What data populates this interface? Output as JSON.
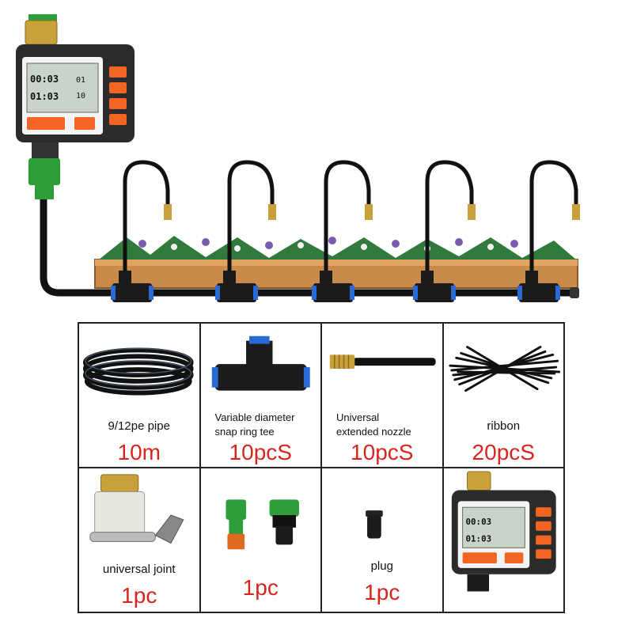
{
  "colors": {
    "quantity_red": "#d8261f",
    "quantity_black": "#111111",
    "timer_orange": "#f26522",
    "timer_body": "#2b2b2b",
    "brass": "#c9a13a",
    "connector_green": "#2e9e3a",
    "hose": "#111111",
    "planter": "#c98a4a"
  },
  "timer_display": {
    "row1": "00:03",
    "row2": "01:03",
    "right1": "01",
    "right2": "10"
  },
  "items": [
    {
      "label": "9/12pe pipe",
      "qty": "10m",
      "icon": "coiled-pipe"
    },
    {
      "label_line1": "Variable diameter",
      "label_line2": "snap ring tee",
      "qty": "10pcS",
      "icon": "tee-connector"
    },
    {
      "label_line1": "Universal",
      "label_line2": "extended nozzle",
      "qty": "10pcS",
      "icon": "extended-nozzle"
    },
    {
      "label": "ribbon",
      "qty": "20pcS",
      "icon": "cable-ties"
    },
    {
      "label": "universal joint",
      "qty": "1pc",
      "icon": "faucet-joint"
    },
    {
      "label": "",
      "qty": "1pc",
      "icon": "quick-connectors"
    },
    {
      "label": "plug",
      "qty": "1pc",
      "icon": "plug"
    },
    {
      "label": "",
      "qty": "",
      "icon": "water-timer"
    }
  ]
}
